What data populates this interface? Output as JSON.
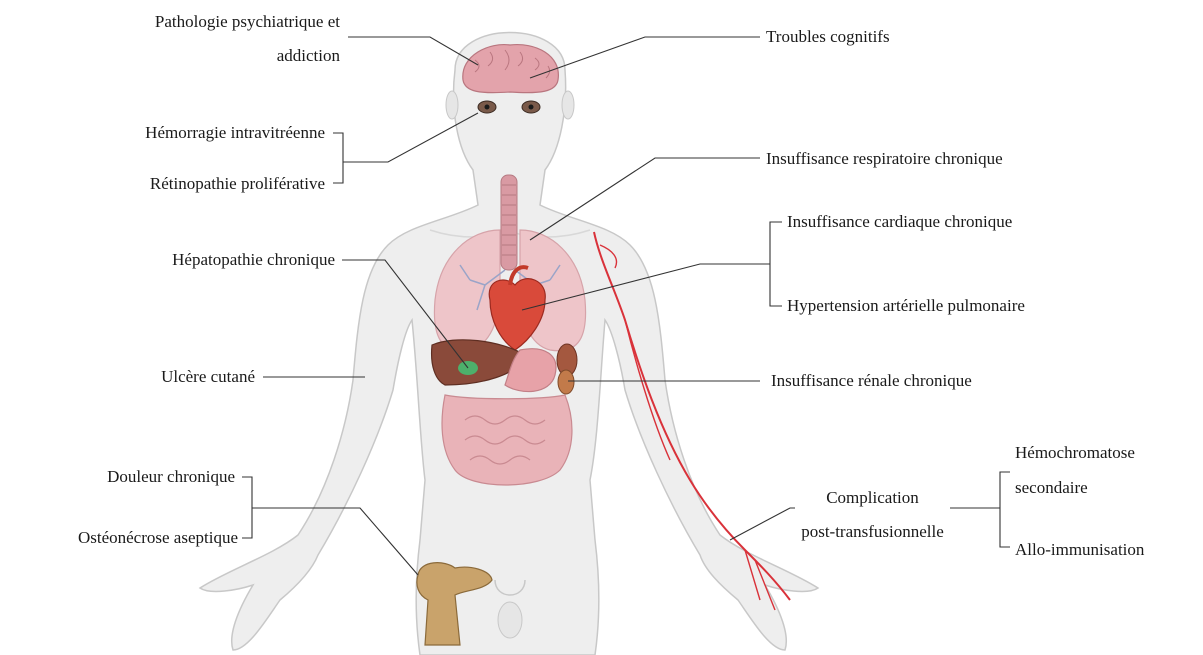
{
  "labels": {
    "pathologie_line1": "Pathologie psychiatrique et",
    "pathologie_line2": "addiction",
    "troubles_cognitifs": "Troubles cognitifs",
    "hemorragie": "Hémorragie intravitréenne",
    "retinopathie": "Rétinopathie proliférative",
    "insuff_respiratoire": "Insuffisance respiratoire chronique",
    "insuff_cardiaque": "Insuffisance cardiaque chronique",
    "hta_pulmonaire": "Hypertension artérielle pulmonaire",
    "hepatopathie": "Hépatopathie chronique",
    "ulcere": "Ulcère cutané",
    "insuff_renale": "Insuffisance rénale chronique",
    "douleur": "Douleur chronique",
    "osteonecrose": "Ostéonécrose aseptique",
    "complication_line1": "Complication",
    "complication_line2": "post-transfusionnelle",
    "hemochromatose_line1": "Hémochromatose",
    "hemochromatose_line2": "secondaire",
    "allo_immunisation": "Allo-immunisation"
  },
  "colors": {
    "body_fill": "#eeeeee",
    "body_stroke": "#c8c8c8",
    "leader_line": "#333333",
    "organ_pink": "#e9b3b8",
    "artery_red": "#d9323a",
    "bone": "#c9a36b",
    "brain": "#e3a3ab"
  }
}
